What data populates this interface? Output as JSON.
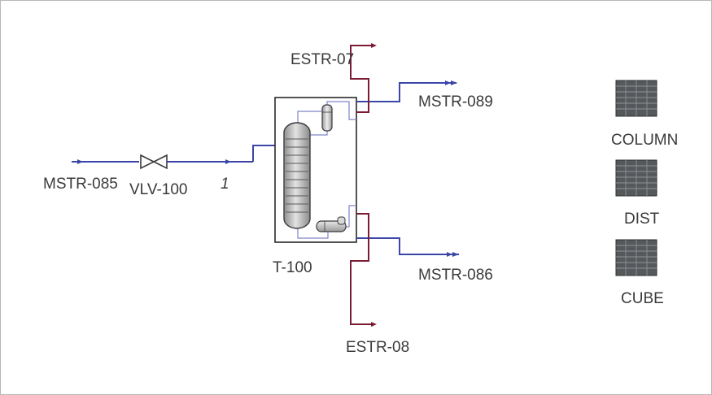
{
  "diagram": {
    "streams": {
      "feed": "MSTR-085",
      "valve": "VLV-100",
      "intermediate": "1",
      "overhead_product": "MSTR-089",
      "bottoms_product": "MSTR-086",
      "energy_condenser": "ESTR-07",
      "energy_reboiler": "ESTR-08"
    },
    "column": {
      "label": "T-100"
    },
    "spreadsheets": [
      {
        "label": "COLUMN"
      },
      {
        "label": "DIST"
      },
      {
        "label": "CUBE"
      }
    ],
    "colors": {
      "material_stream": "#3c46a8",
      "energy_stream": "#7b1b34",
      "equipment_outline": "#3a3a3a",
      "column_fill": "#b9b9b9",
      "spreadsheet_fill": "#55595c"
    }
  }
}
